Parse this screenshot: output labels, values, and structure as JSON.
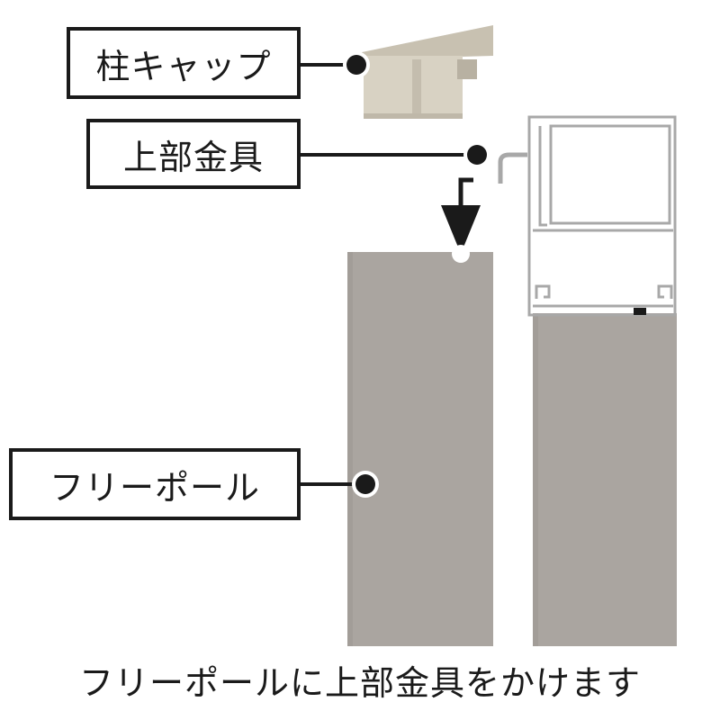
{
  "labels": {
    "cap": "柱キャップ",
    "bracket": "上部金具",
    "pole": "フリーポール"
  },
  "caption": "フリーポールに上部金具をかけます",
  "colors": {
    "pole": "#aaa5a0",
    "cap": "#d8d2c3",
    "cap_top": "#c8c1b1",
    "bracket_line": "#a8a8a8",
    "ink": "#1a1a1a"
  }
}
